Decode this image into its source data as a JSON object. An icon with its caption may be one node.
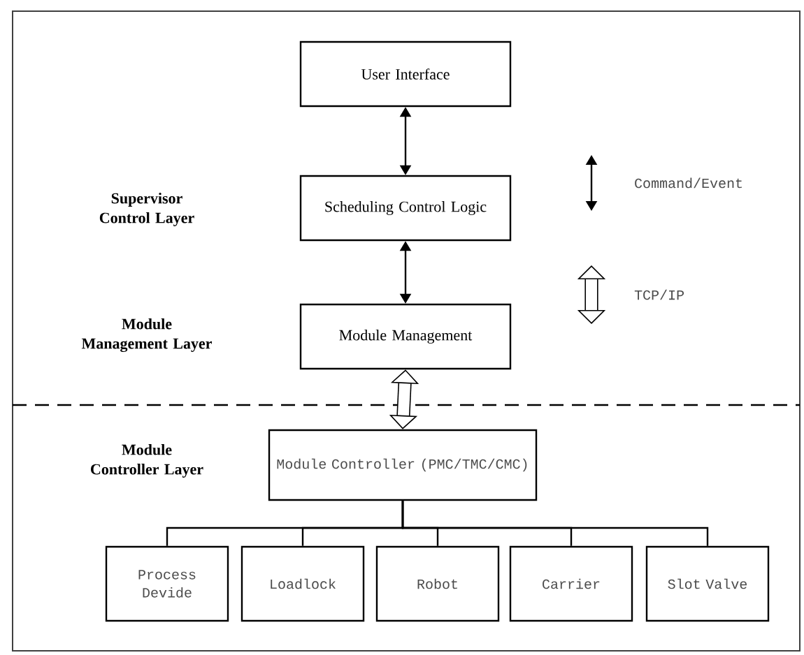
{
  "diagram": {
    "nodes": [
      {
        "text": [
          "User Interface"
        ]
      },
      {
        "text": [
          "Scheduling Control Logic"
        ]
      },
      {
        "text": [
          "Module Management"
        ]
      },
      {
        "text": [
          "Module Controller (PMC/TMC/CMC)"
        ]
      },
      {
        "text": [
          "Process Devide"
        ]
      },
      {
        "text": [
          "Loadlock"
        ]
      },
      {
        "text": [
          "Robot"
        ]
      },
      {
        "text": [
          "Carrier"
        ]
      },
      {
        "text": [
          "Slot Valve"
        ]
      }
    ],
    "edges": [
      {
        "from": 0,
        "to": 1,
        "arrow": "both"
      },
      {
        "from": 1,
        "to": 2,
        "arrow": "both"
      },
      {
        "from": 2,
        "to": 3,
        "arrow": "both",
        "style": "thick"
      },
      {
        "from": 3,
        "to": 4,
        "arrow": "none"
      },
      {
        "from": 3,
        "to": 5,
        "arrow": "none"
      },
      {
        "from": 3,
        "to": 6,
        "arrow": "none"
      },
      {
        "from": 3,
        "to": 7,
        "arrow": "none"
      },
      {
        "from": 3,
        "to": 8,
        "arrow": "none"
      }
    ],
    "labels": [
      "Supervisor Control Layer",
      "Module Management Layer",
      "Module Controller Layer"
    ],
    "legend": [
      {
        "text": "Command/Event"
      },
      {
        "text": "TCP/IP"
      }
    ]
  }
}
